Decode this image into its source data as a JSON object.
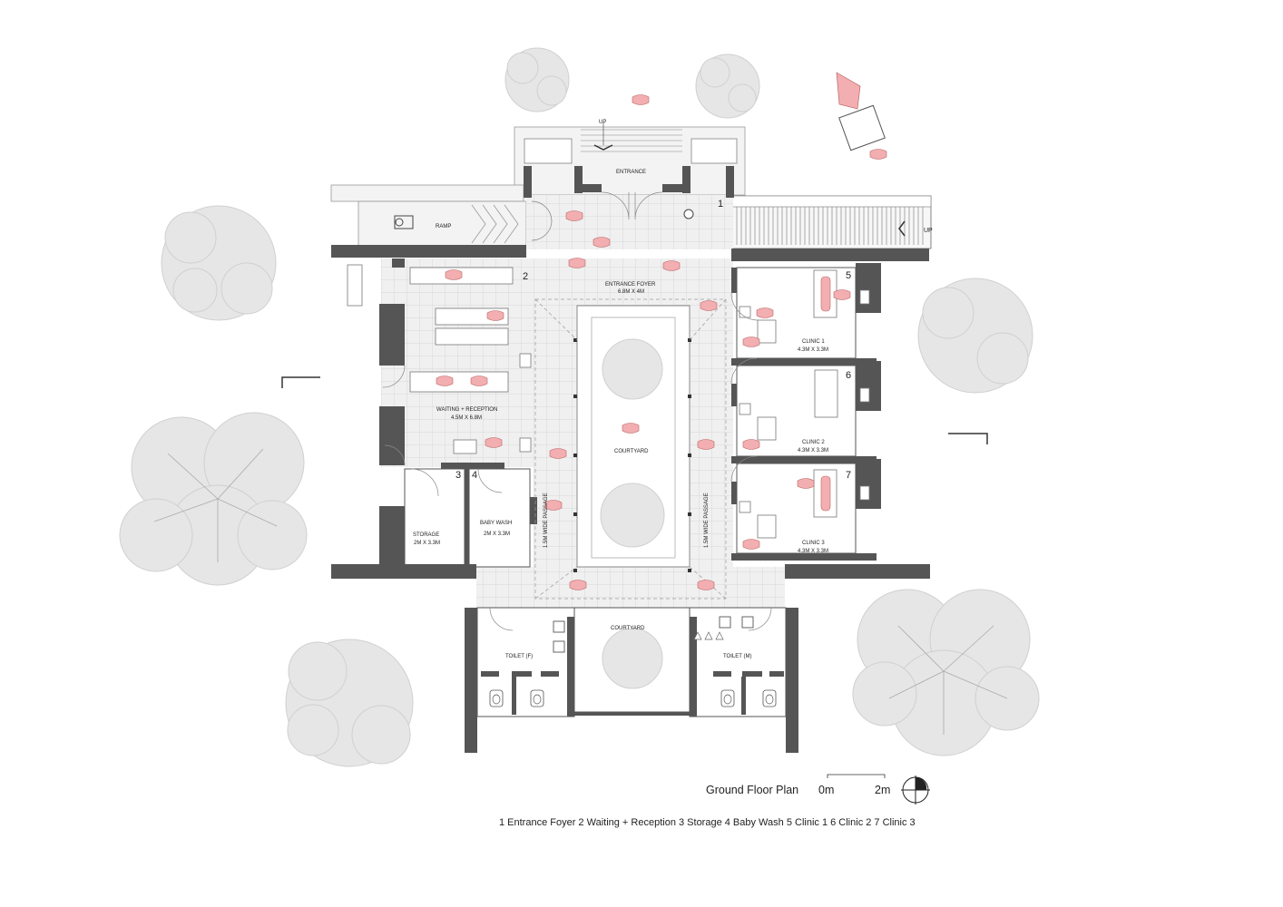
{
  "title": "Ground Floor Plan",
  "scale": {
    "start": "0m",
    "end": "2m"
  },
  "legend": "1 Entrance Foyer  2 Waiting + Reception  3 Storage  4 Baby Wash  5 Clinic 1  6 Clinic 2  7 Clinic 3",
  "rooms": {
    "entrance": "ENTRANCE",
    "ramp": "RAMP",
    "up_top": "UP",
    "up_right": "UP",
    "foyer": {
      "name": "ENTRANCE FOYER",
      "dims": "6.8M X 4M",
      "num": "1"
    },
    "waiting": {
      "name": "WAITING + RECEPTION",
      "dims": "4.5M X 6.8M",
      "num": "2"
    },
    "storage": {
      "name": "STORAGE",
      "dims": "2M X 3.3M",
      "num": "3"
    },
    "babywash": {
      "name": "BABY WASH",
      "dims": "2M X 3.3M",
      "num": "4"
    },
    "clinic1": {
      "name": "CLINIC 1",
      "dims": "4.3M X 3.3M",
      "num": "5"
    },
    "clinic2": {
      "name": "CLINIC 2",
      "dims": "4.3M X 3.3M",
      "num": "6"
    },
    "clinic3": {
      "name": "CLINIC 3",
      "dims": "4.3M X 3.3M",
      "num": "7"
    },
    "courtyard_main": "COURTYARD",
    "courtyard_rear": "COURTYARD",
    "passage_left": "1.5M WIDE PASSAGE",
    "passage_right": "1.5M WIDE PASSAGE",
    "toilet_f": "TOILET (F)",
    "toilet_m": "TOILET (M)"
  },
  "colors": {
    "wall": "#555555",
    "floor": "#f0f0f0",
    "grid": "#c9c9c9",
    "tree": "#e6e6e6",
    "figure": "#f2aeb0"
  }
}
